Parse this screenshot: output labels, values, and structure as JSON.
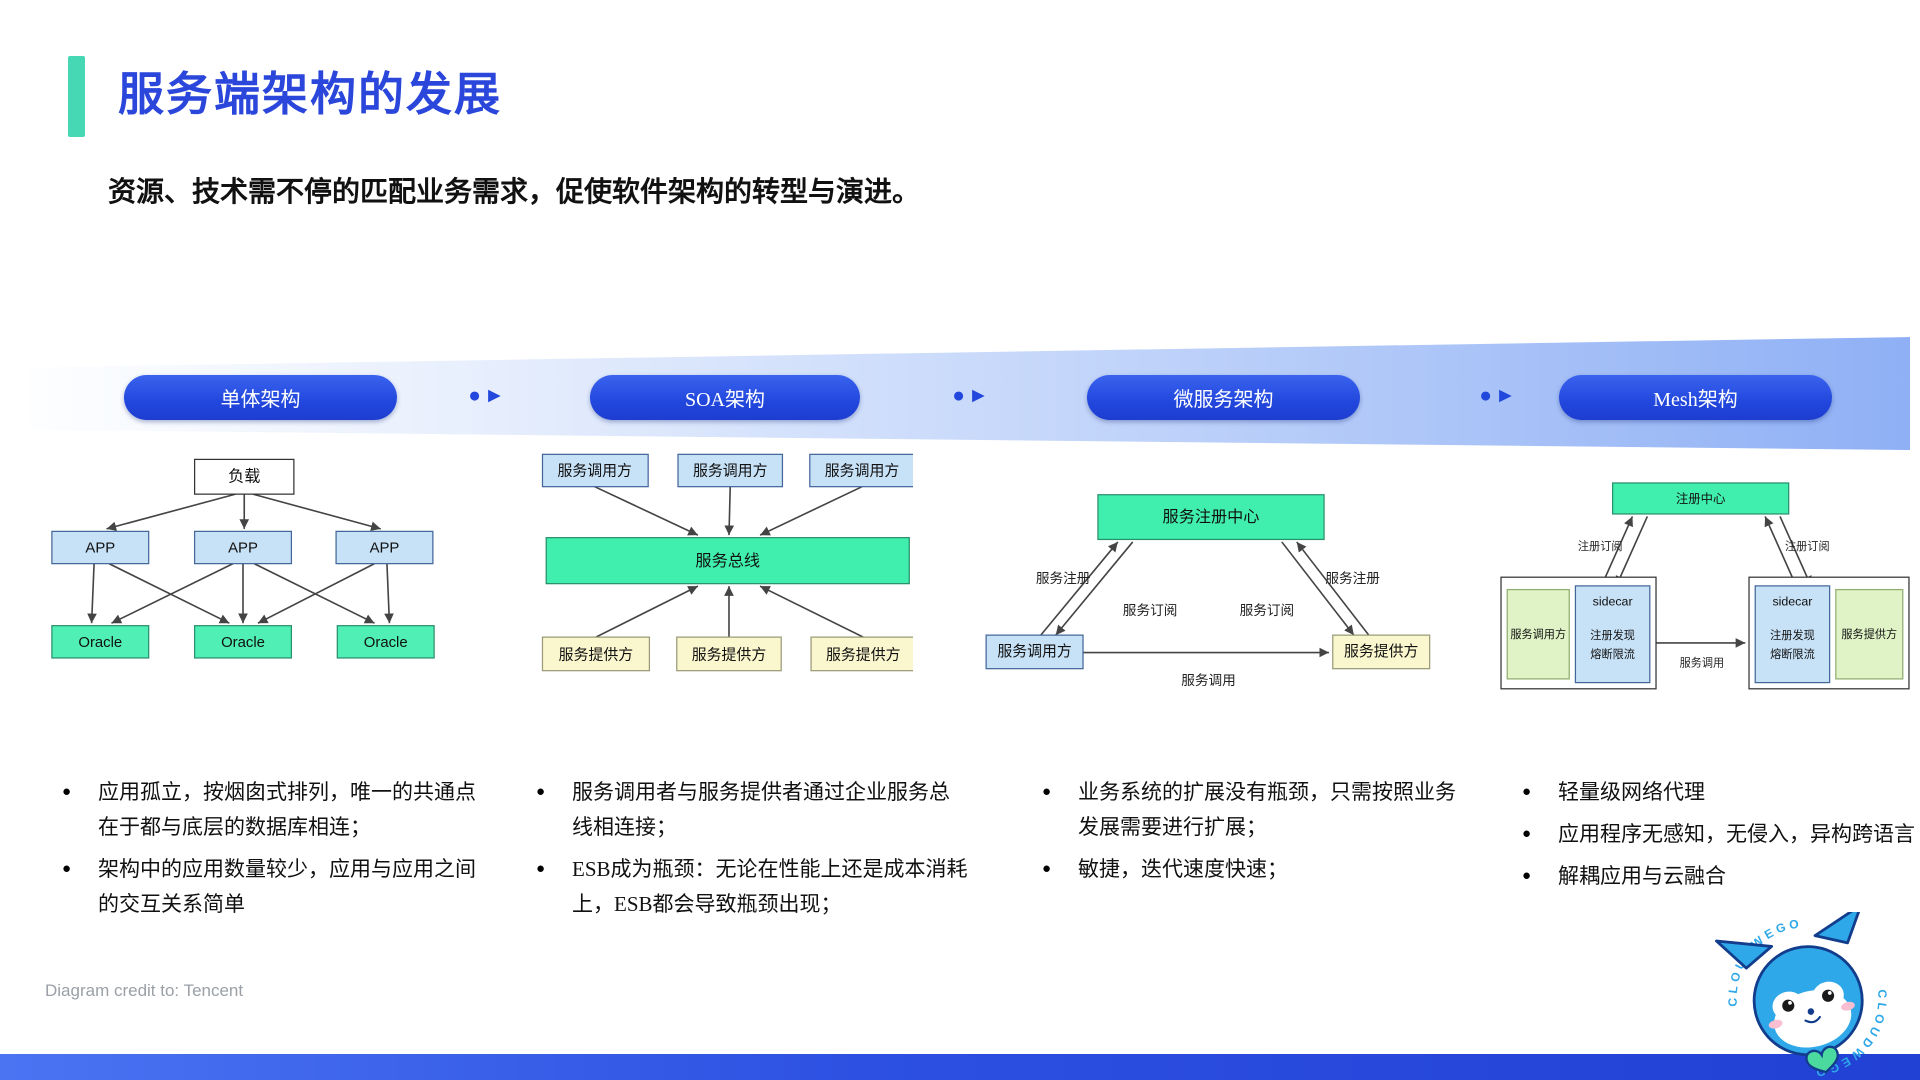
{
  "slide": {
    "title": "服务端架构的发展",
    "subtitle": "资源、技术需不停的匹配业务需求，促使软件架构的转型与演进。",
    "credit": "Diagram credit to: Tencent",
    "brand": "CLOUDWEGO"
  },
  "icons": {
    "stage_arrow": "●►"
  },
  "colors": {
    "accent_teal": "#46d7b5",
    "title_blue": "#2b47db",
    "pill_blue": "#2247dd",
    "green_box": "#40efae",
    "light_blue_box": "#c7e1f6",
    "yellow_box": "#faf6cd",
    "light_green_box": "#dff3c6"
  },
  "stages": [
    {
      "label": "单体架构",
      "bullets": [
        "应用孤立，按烟囱式排列，唯一的共通点在于都与底层的数据库相连；",
        "架构中的应用数量较少，应用与应用之间的交互关系简单"
      ]
    },
    {
      "label": "SOA架构",
      "bullets": [
        "服务调用者与服务提供者通过企业服务总线相连接；",
        "ESB成为瓶颈：无论在性能上还是成本消耗上，ESB都会导致瓶颈出现；"
      ]
    },
    {
      "label": "微服务架构",
      "bullets": [
        "业务系统的扩展没有瓶颈，只需按照业务发展需要进行扩展；",
        "敏捷，迭代速度快速；"
      ]
    },
    {
      "label": "Mesh架构",
      "bullets": [
        "轻量级网络代理",
        "应用程序无感知，无侵入，异构跨语言",
        "解耦应用与云融合"
      ]
    }
  ],
  "monolith": {
    "load": "负载",
    "app": "APP",
    "db": "Oracle"
  },
  "soa": {
    "caller": "服务调用方",
    "bus": "服务总线",
    "provider": "服务提供方"
  },
  "micro": {
    "registry": "服务注册中心",
    "caller": "服务调用方",
    "provider": "服务提供方",
    "register": "服务注册",
    "subscribe": "服务订阅",
    "invoke": "服务调用"
  },
  "mesh": {
    "registry": "注册中心",
    "caller": "服务调用方",
    "provider": "服务提供方",
    "sidecar": "sidecar",
    "discovery": "注册发现",
    "circuit": "熔断限流",
    "reg_sub": "注册订阅",
    "invoke": "服务调用"
  }
}
